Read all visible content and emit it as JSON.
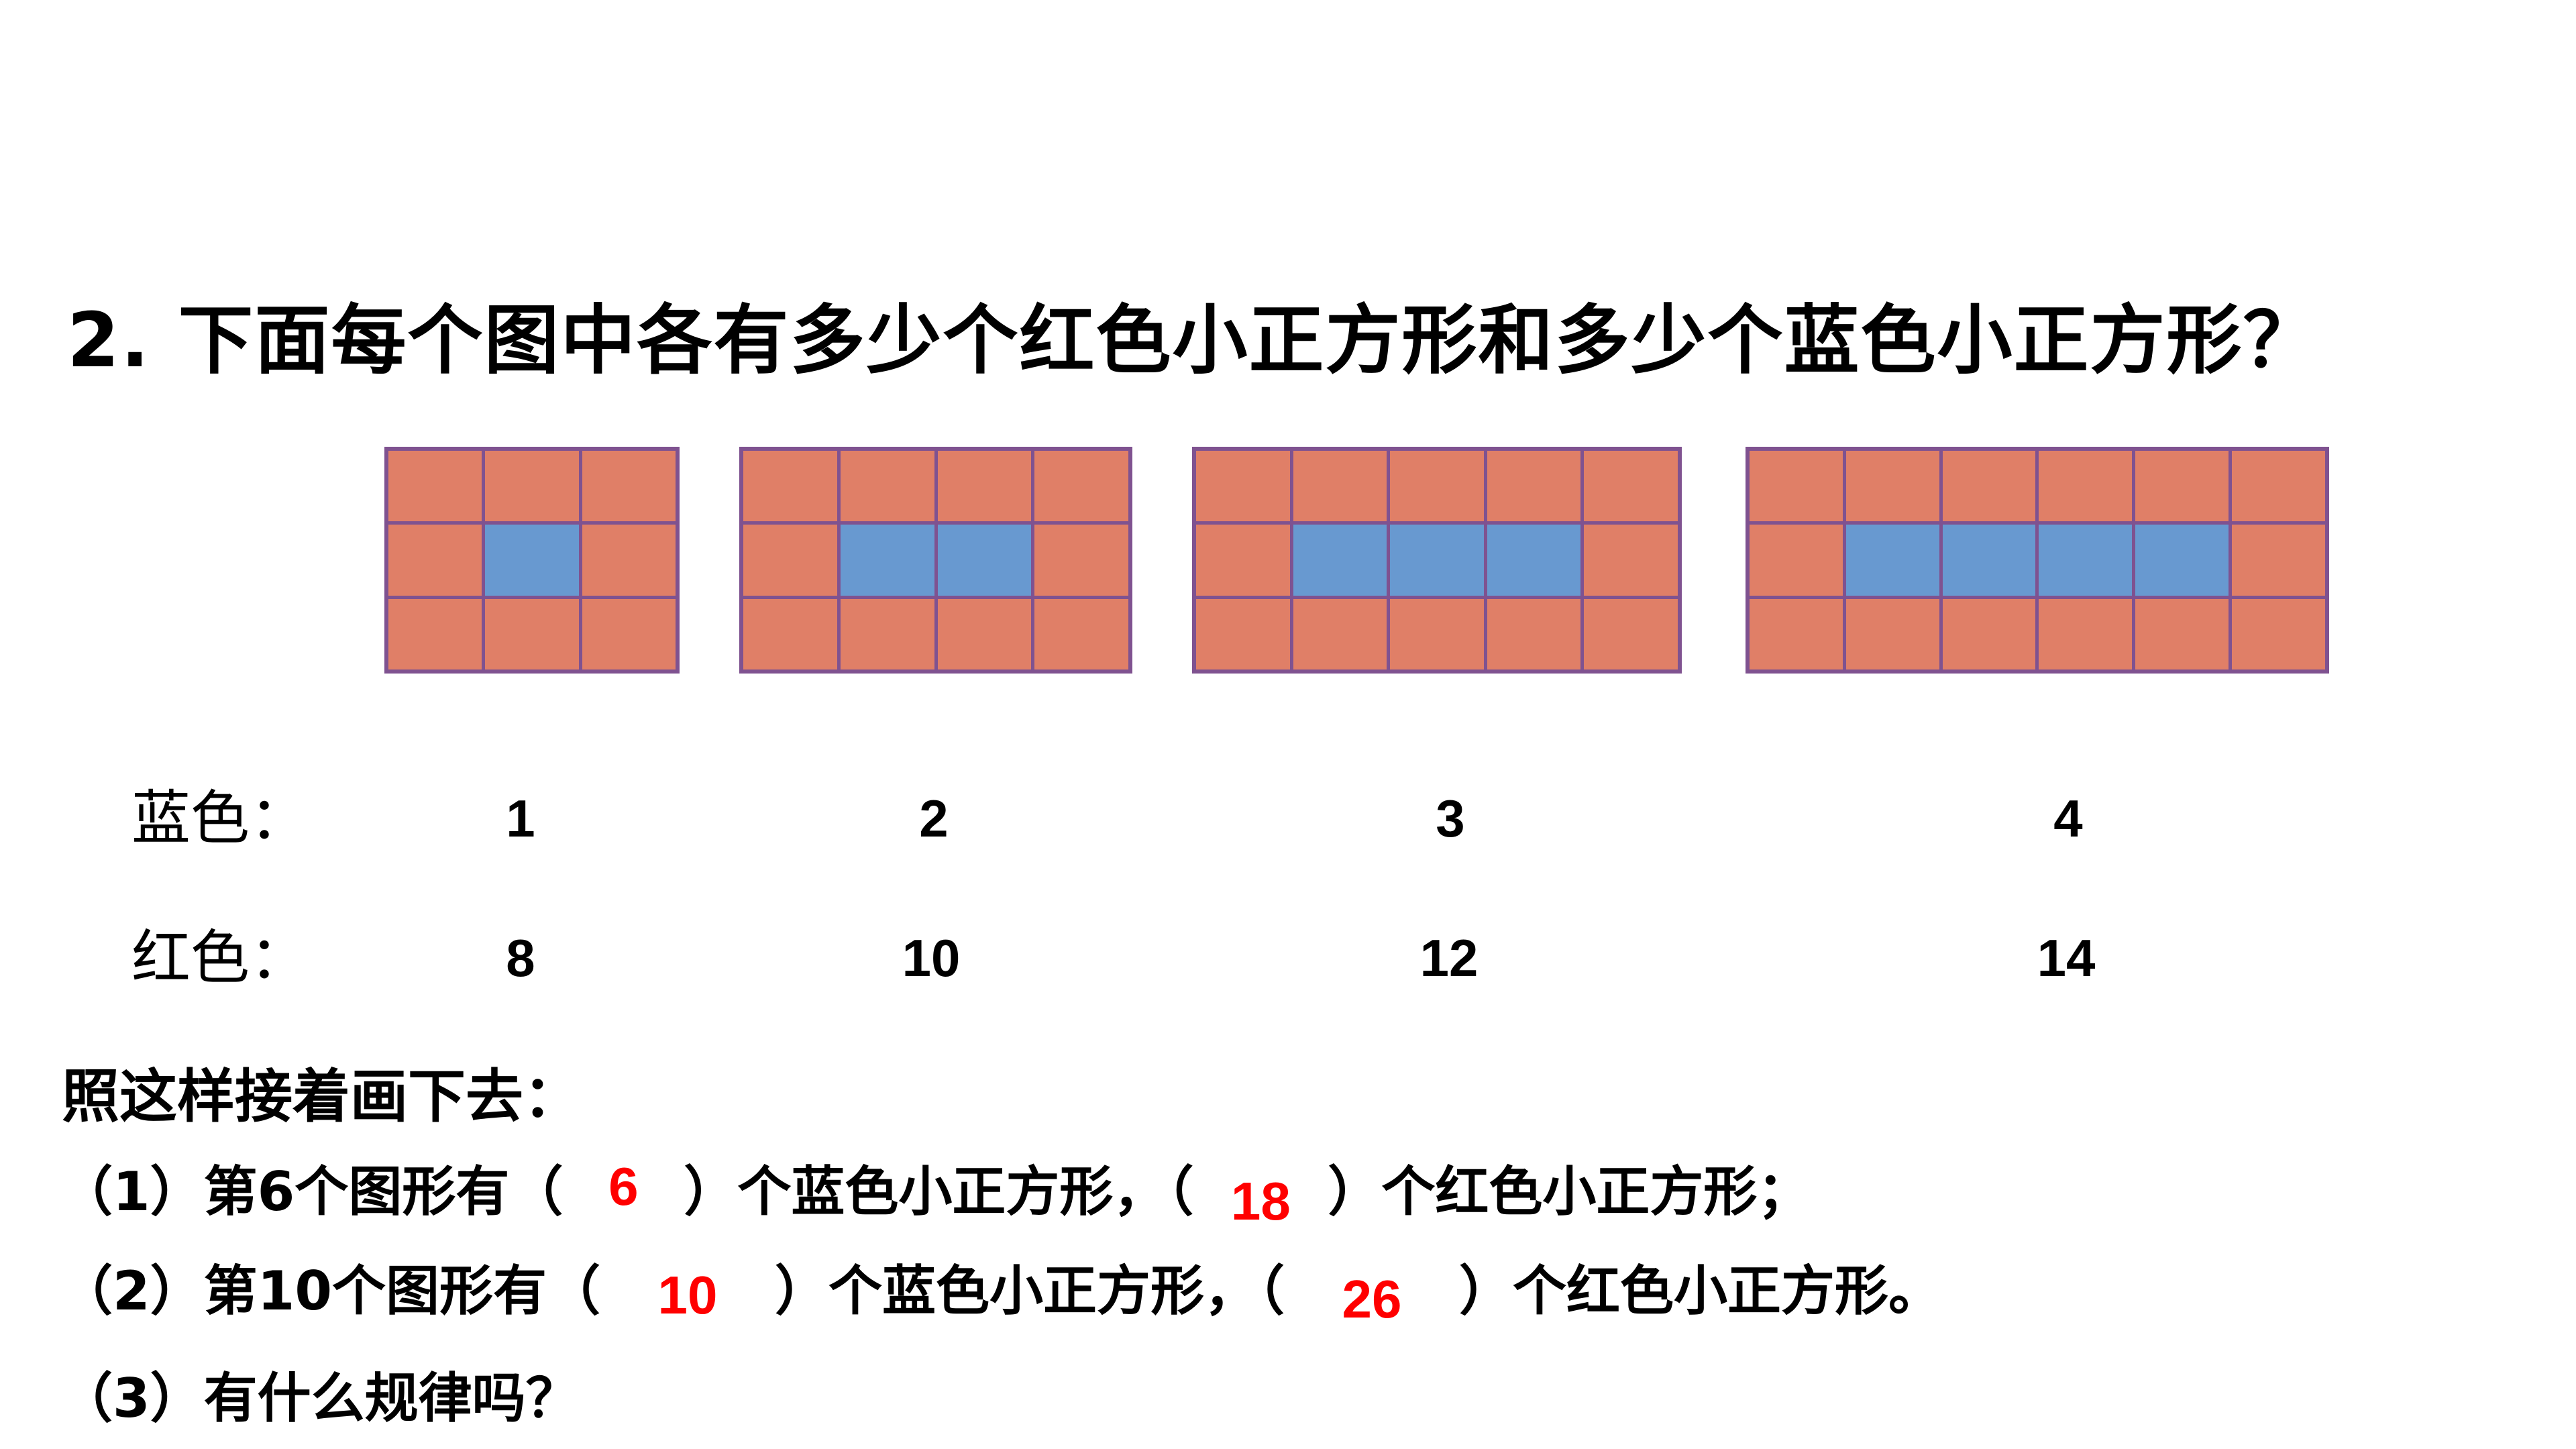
{
  "colors": {
    "red_square": "#E07F67",
    "blue_square": "#6899D0",
    "grid_border": "#7F5290",
    "answer": "#FF0000",
    "text": "#000000"
  },
  "title": "2. 下面每个图中各有多少个红色小正方形和多少个蓝色小正方形？",
  "figures": [
    {
      "columns": 3,
      "rows": 3,
      "blue": 1,
      "red": 8
    },
    {
      "columns": 4,
      "rows": 3,
      "blue": 2,
      "red": 10
    },
    {
      "columns": 5,
      "rows": 3,
      "blue": 3,
      "red": 12
    },
    {
      "columns": 6,
      "rows": 3,
      "blue": 4,
      "red": 14
    }
  ],
  "counts": {
    "blue_label": "蓝色：",
    "red_label": "红色：",
    "blue_values": [
      "1",
      "2",
      "3",
      "4"
    ],
    "red_values": [
      "8",
      "10",
      "12",
      "14"
    ]
  },
  "instruction": "照这样接着画下去：",
  "questions": {
    "q1": {
      "prefix": "（1）第6个图形有（",
      "answer_blue": "6",
      "middle": "）个蓝色小正方形，（",
      "answer_red": "18",
      "suffix": "）个红色小正方形；"
    },
    "q2": {
      "prefix": "（2）第10个图形有（",
      "answer_blue": "10",
      "middle": "）个蓝色小正方形，（",
      "answer_red": "26",
      "suffix": "）个红色小正方形。"
    },
    "q3": {
      "text": "（3）有什么规律吗？"
    }
  }
}
